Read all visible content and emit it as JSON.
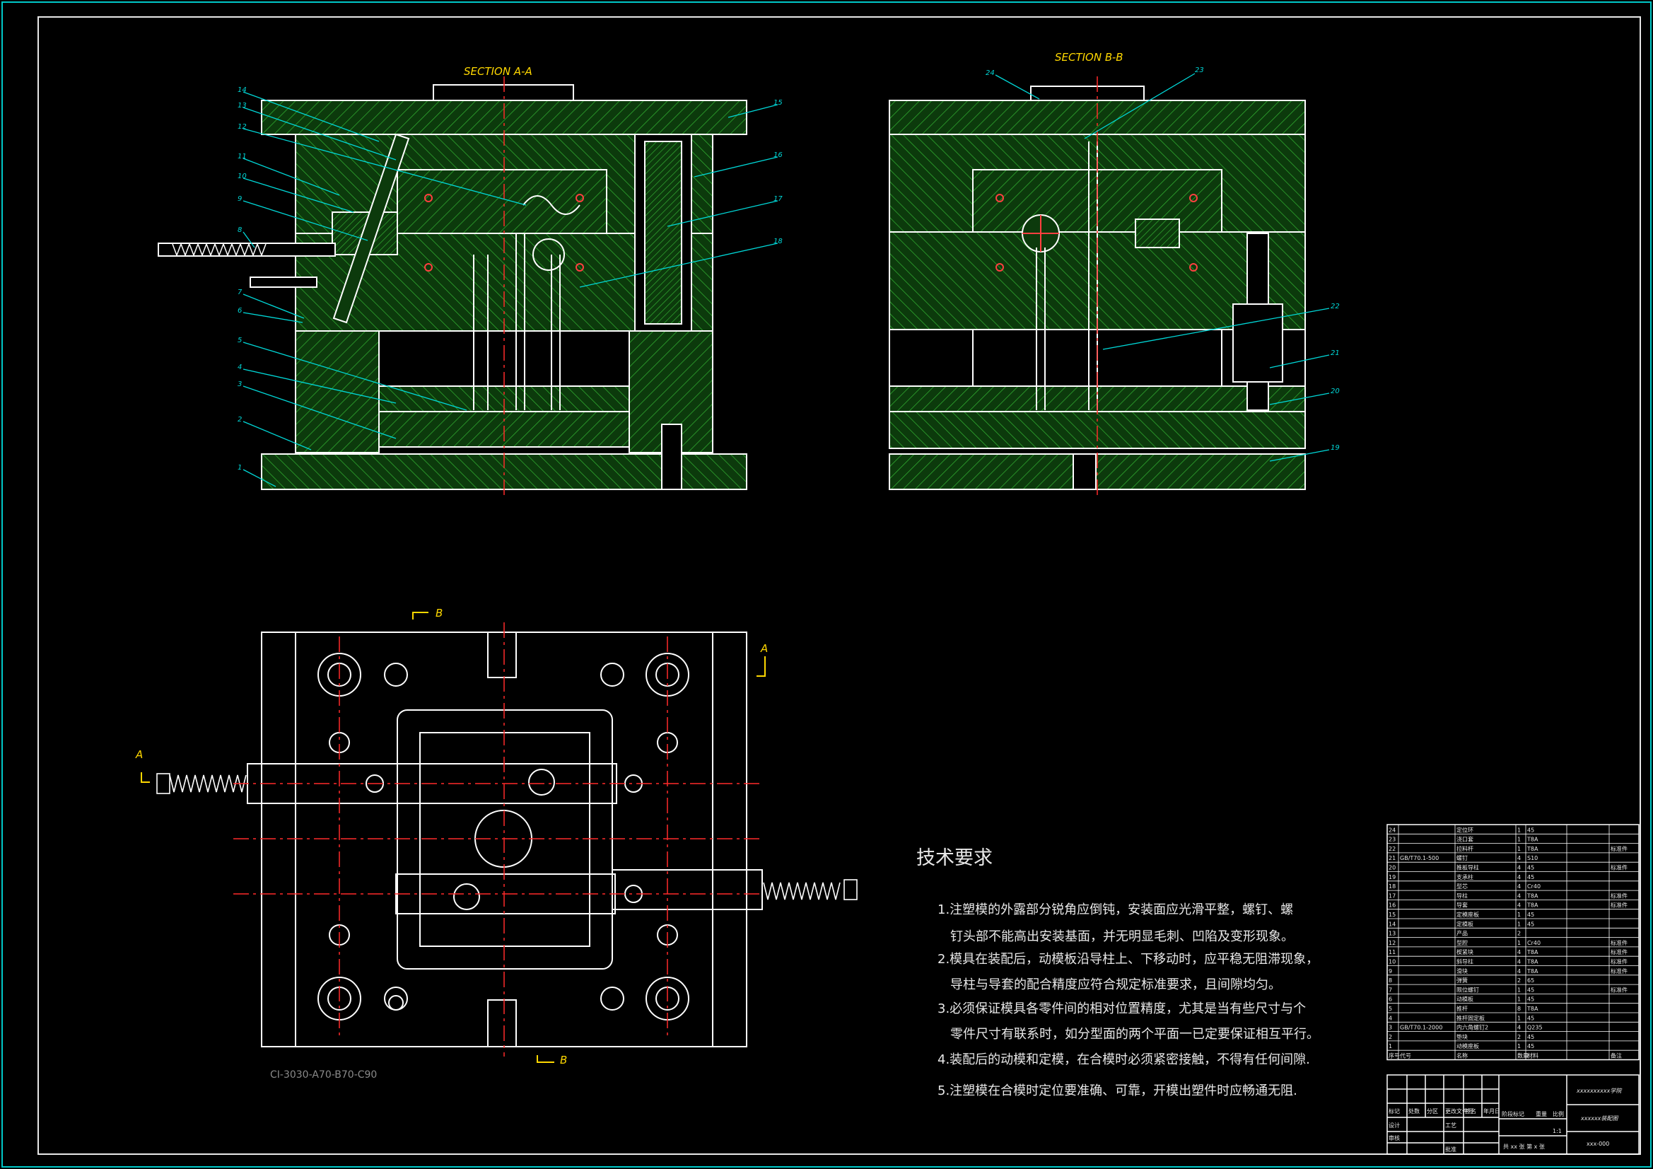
{
  "sections": {
    "a_title": "SECTION A-A",
    "b_title": "SECTION B-B"
  },
  "callouts_a": [
    "14",
    "13",
    "12",
    "11",
    "10",
    "9",
    "8",
    "7",
    "6",
    "5",
    "4",
    "3",
    "2",
    "1",
    "15",
    "16",
    "17",
    "18"
  ],
  "callouts_b": [
    "24",
    "23",
    "22",
    "21",
    "20",
    "19"
  ],
  "plan_view": {
    "cut_a_left": "A",
    "cut_a_right": "A",
    "cut_b_top": "B",
    "cut_b_bottom": "B",
    "spec_code": "CI-3030-A70-B70-C90"
  },
  "tech": {
    "title": "技术要求",
    "lines": [
      "1.注塑模的外露部分锐角应倒钝，安装面应光滑平整，螺钉、螺",
      "钉头部不能高出安装基面，并无明显毛刺、凹陷及变形现象。",
      "2.模具在装配后，动模板沿导柱上、下移动时，应平稳无阻滞现象，",
      "导柱与导套的配合精度应符合规定标准要求，且间隙均匀。",
      "3.必须保证模具各零件间的相对位置精度，尤其是当有些尺寸与个",
      "零件尺寸有联系时，如分型面的两个平面一已定要保证相互平行。",
      "4.装配后的动模和定模，在合模时必须紧密接触，不得有任何间隙.",
      "5.注塑模在合模时定位要准确、可靠，开模出塑件时应畅通无阻."
    ]
  },
  "bom": [
    {
      "no": "24",
      "code": "",
      "name": "定位环",
      "qty": "1",
      "mat": "45",
      "note": ""
    },
    {
      "no": "23",
      "code": "",
      "name": "浇口套",
      "qty": "1",
      "mat": "T8A",
      "note": ""
    },
    {
      "no": "22",
      "code": "",
      "name": "拉料杆",
      "qty": "1",
      "mat": "T8A",
      "note": "标准件"
    },
    {
      "no": "21",
      "code": "GB/T70.1-500",
      "name": "螺钉",
      "qty": "4",
      "mat": "S10",
      "note": ""
    },
    {
      "no": "20",
      "code": "",
      "name": "推板导柱",
      "qty": "4",
      "mat": "45",
      "note": "标准件"
    },
    {
      "no": "19",
      "code": "",
      "name": "支承柱",
      "qty": "4",
      "mat": "45",
      "note": ""
    },
    {
      "no": "18",
      "code": "",
      "name": "型芯",
      "qty": "4",
      "mat": "Cr40",
      "note": ""
    },
    {
      "no": "17",
      "code": "",
      "name": "导柱",
      "qty": "4",
      "mat": "T8A",
      "note": "标准件"
    },
    {
      "no": "16",
      "code": "",
      "name": "导套",
      "qty": "4",
      "mat": "T8A",
      "note": "标准件"
    },
    {
      "no": "15",
      "code": "",
      "name": "定模座板",
      "qty": "1",
      "mat": "45",
      "note": ""
    },
    {
      "no": "14",
      "code": "",
      "name": "定模板",
      "qty": "1",
      "mat": "45",
      "note": ""
    },
    {
      "no": "13",
      "code": "",
      "name": "产品",
      "qty": "2",
      "mat": "",
      "note": ""
    },
    {
      "no": "12",
      "code": "",
      "name": "型腔",
      "qty": "1",
      "mat": "Cr40",
      "note": "标准件"
    },
    {
      "no": "11",
      "code": "",
      "name": "楔紧块",
      "qty": "4",
      "mat": "T8A",
      "note": "标准件"
    },
    {
      "no": "10",
      "code": "",
      "name": "斜导柱",
      "qty": "4",
      "mat": "T8A",
      "note": "标准件"
    },
    {
      "no": "9",
      "code": "",
      "name": "滑块",
      "qty": "4",
      "mat": "T8A",
      "note": "标准件"
    },
    {
      "no": "8",
      "code": "",
      "name": "弹簧",
      "qty": "2",
      "mat": "65",
      "note": ""
    },
    {
      "no": "7",
      "code": "",
      "name": "限位螺钉",
      "qty": "1",
      "mat": "45",
      "note": "标准件"
    },
    {
      "no": "6",
      "code": "",
      "name": "动模板",
      "qty": "1",
      "mat": "45",
      "note": ""
    },
    {
      "no": "5",
      "code": "",
      "name": "推杆",
      "qty": "8",
      "mat": "T8A",
      "note": ""
    },
    {
      "no": "4",
      "code": "",
      "name": "推杆固定板",
      "qty": "1",
      "mat": "45",
      "note": ""
    },
    {
      "no": "3",
      "code": "GB/T70.1-2000",
      "name": "内六角螺钉2",
      "qty": "4",
      "mat": "Q235",
      "note": ""
    },
    {
      "no": "2",
      "code": "",
      "name": "垫块",
      "qty": "2",
      "mat": "45",
      "note": ""
    },
    {
      "no": "1",
      "code": "",
      "name": "动模座板",
      "qty": "1",
      "mat": "45",
      "note": ""
    }
  ],
  "bom_header": {
    "no": "序号",
    "code": "代号",
    "name": "名称",
    "qty": "数量",
    "mat": "材料",
    "note": "备注"
  },
  "title_block": {
    "school": "xxxxxxxxxx学院",
    "drawing_name": "xxxxxx装配图",
    "drawing_no": "xxx-000",
    "sheets": "共 xx 张  第 x 张",
    "scale": "1:1",
    "row_labels": [
      "标记",
      "处数",
      "分区",
      "更改文件号",
      "签名",
      "年月日"
    ],
    "design": "设计",
    "check": "审核",
    "approve": "批准",
    "process": "工艺",
    "stage": "阶段标记",
    "weight": "重量",
    "ratio": "比例"
  },
  "colors": {
    "background": "#000000",
    "frame": "#00c8c8",
    "hatch": "#1e8a1e",
    "outline": "#ffffff",
    "centerline": "#ff2a2a",
    "leader": "#00d8d8",
    "label": "#ffd800"
  }
}
